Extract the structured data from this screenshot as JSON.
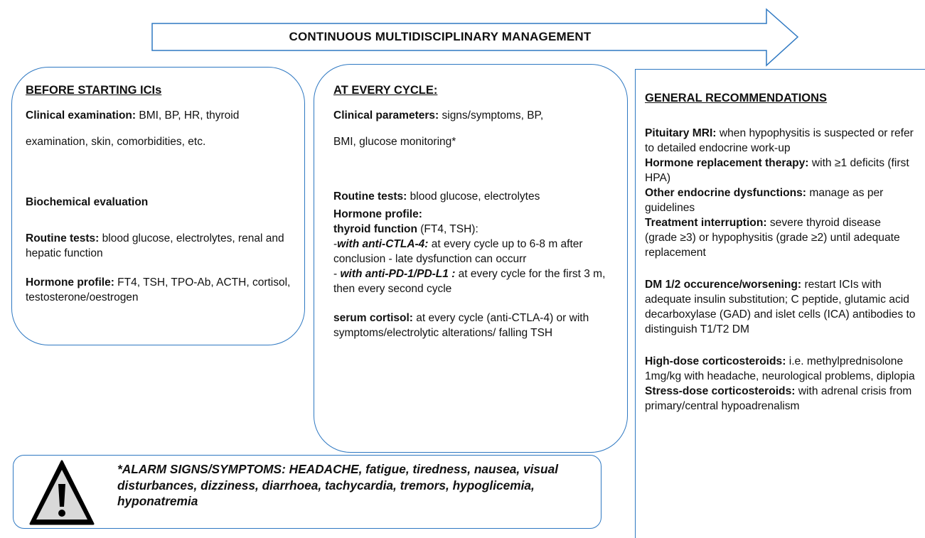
{
  "banner": {
    "title": "CONTINUOUS MULTIDISCIPLINARY MANAGEMENT"
  },
  "before": {
    "heading": "BEFORE STARTING ICIs",
    "clinical_label": "Clinical examination:",
    "clinical_text_1": " BMI, BP, HR, thyroid",
    "clinical_text_2": "examination, skin, comorbidities, etc.",
    "biochem_label": "Biochemical evaluation",
    "routine_label": "Routine tests:",
    "routine_text": " blood glucose, electrolytes, renal and hepatic function",
    "hormone_label": "Hormone profile:",
    "hormone_text": " FT4, TSH, TPO-Ab, ACTH, cortisol, testosterone/oestrogen"
  },
  "cycle": {
    "heading": "AT EVERY CYCLE:",
    "clinical_label": "Clinical parameters:",
    "clinical_text_1": " signs/symptoms, BP,",
    "clinical_text_2": "BMI, glucose monitoring*",
    "routine_label": "Routine tests:",
    "routine_text": " blood glucose, electrolytes",
    "hormone_label": "Hormone profile:",
    "thyroid_label": "thyroid function",
    "thyroid_text": " (FT4, TSH):",
    "ctla_prefix": "-",
    "ctla_label": "with anti-CTLA-4:",
    "ctla_text": " at every cycle up to 6-8 m after conclusion - late dysfunction can occurr",
    "pd_prefix": "- ",
    "pd_label": "with anti-PD-1/PD-L1 :",
    "pd_text": " at every cycle for the first 3 m, then every second cycle",
    "cortisol_label": "serum cortisol:",
    "cortisol_text": " at every cycle (anti-CTLA-4) or with symptoms/electrolytic alterations/ falling TSH"
  },
  "general": {
    "heading": "GENERAL RECOMMENDATIONS",
    "mri_label": "Pituitary MRI:",
    "mri_text": " when hypophysitis is suspected or refer to detailed endocrine work-up",
    "hrt_label": "Hormone replacement therapy:",
    "hrt_text": " with ≥1 deficits (first HPA)",
    "other_label": "Other endocrine dysfunctions:",
    "other_text": " manage as per guidelines",
    "interrupt_label": "Treatment interruption:",
    "interrupt_text": " severe thyroid disease (grade ≥3) or hypophysitis (grade ≥2) until adequate replacement",
    "dm_label": "DM 1/2 occurence/worsening:",
    "dm_text": " restart ICIs with adequate insulin substitution; C peptide, glutamic acid decarboxylase (GAD) and islet cells (ICA) antibodies to distinguish T1/T2 DM",
    "highdose_label": "High-dose corticosteroids:",
    "highdose_text": " i.e. methylprednisolone 1mg/kg with headache, neurological problems, diplopia",
    "stress_label": "Stress-dose corticosteroids:",
    "stress_text": " with adrenal crisis from primary/central hypoadrenalism"
  },
  "alarm": {
    "icon": "warning-triangle-icon",
    "text": "*ALARM SIGNS/SYMPTOMS: HEADACHE, fatigue, tiredness, nausea, visual disturbances, dizziness, diarrhoea, tachycardia, tremors, hypoglicemia, hyponatremia"
  },
  "colors": {
    "border": "#2e78c2",
    "icon_fill": "#d9d9d9"
  }
}
